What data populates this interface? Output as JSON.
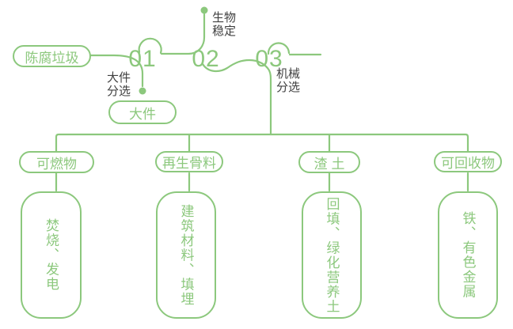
{
  "colors": {
    "green": "#8cc87d",
    "dark": "#404040",
    "bg": "#ffffff"
  },
  "diagram": {
    "source": {
      "label": "陈腐垃圾"
    },
    "steps": [
      {
        "number": "01",
        "annotation": "大件\n分选",
        "branch_output": "大件"
      },
      {
        "number": "02",
        "annotation": "生物\n稳定"
      },
      {
        "number": "03",
        "annotation": "机械\n分选"
      }
    ],
    "outputs": [
      {
        "category": "可燃物",
        "use": "焚烧、发电"
      },
      {
        "category": "再生骨料",
        "use": "建筑材料、填埋"
      },
      {
        "category": "渣土",
        "use": "回填、绿化营养土"
      },
      {
        "category": "可回收物",
        "use": "铁、有色金属"
      }
    ]
  }
}
